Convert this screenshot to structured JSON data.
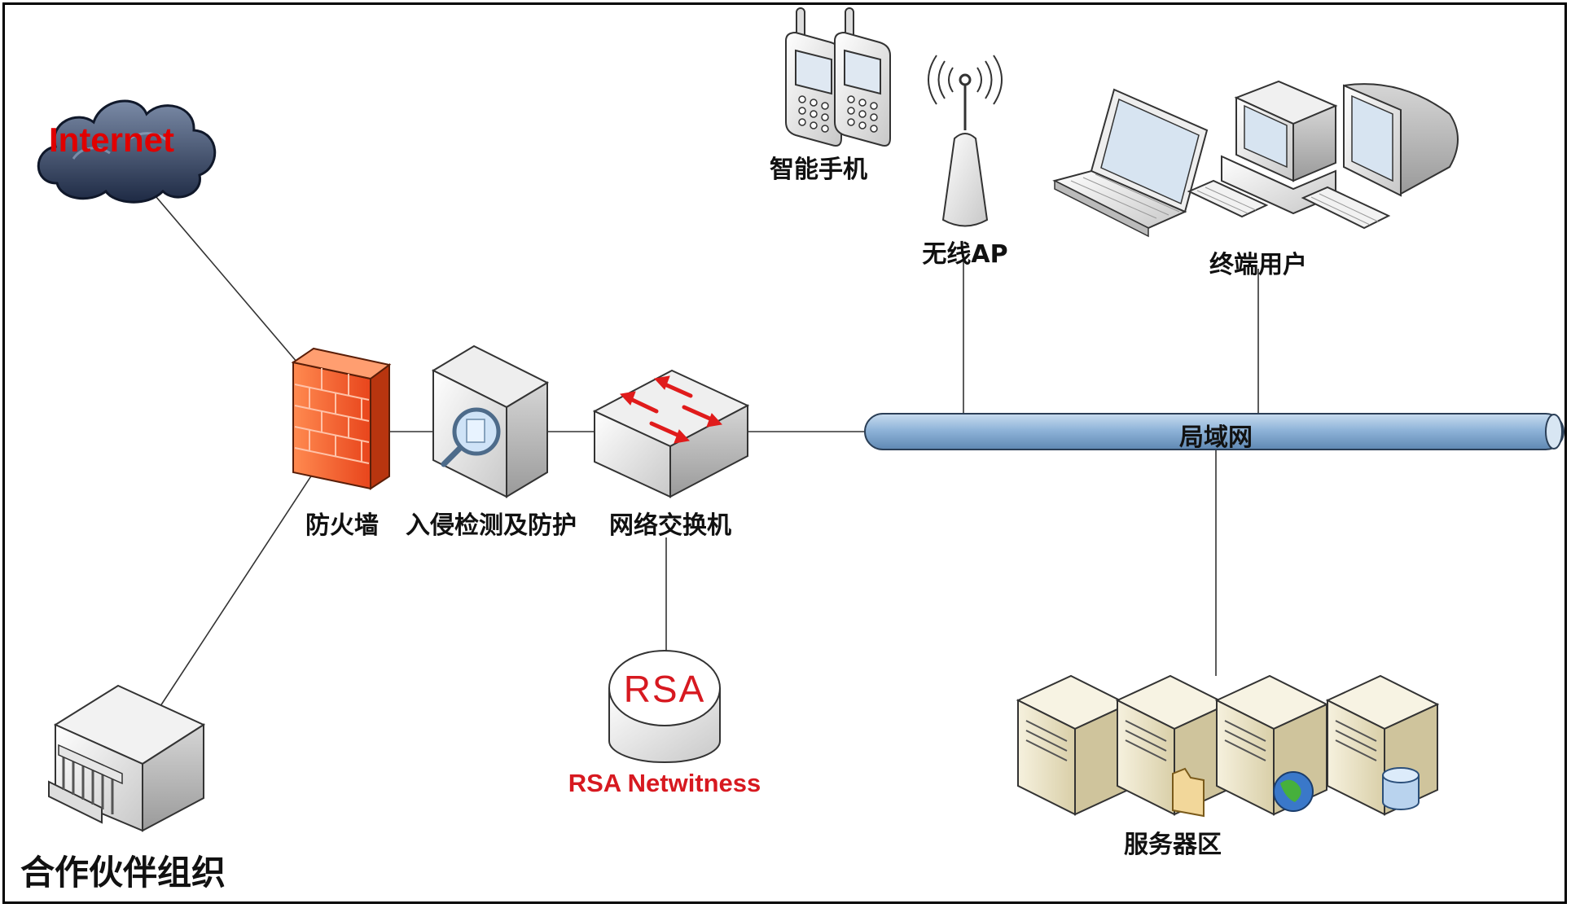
{
  "nodes": {
    "internet": {
      "label": "Internet",
      "color": "#e00000"
    },
    "firewall": {
      "label": "防火墙"
    },
    "ids": {
      "label": "入侵检测及防护"
    },
    "switch": {
      "label": "网络交换机"
    },
    "rsa": {
      "label": "RSA Netwitness",
      "logo": "RSA",
      "color": "#d71920"
    },
    "partner": {
      "label": "合作伙伴组织"
    },
    "phones": {
      "label": "智能手机"
    },
    "wireless_ap": {
      "label": "无线AP"
    },
    "end_users": {
      "label": "终端用户"
    },
    "lan": {
      "label": "局域网"
    },
    "servers": {
      "label": "服务器区"
    }
  },
  "colors": {
    "firewall": "#f05a28",
    "lan_pipe": "#8fb4d9",
    "link": "#333333",
    "server_body": "#e9e2c7"
  },
  "icons": [
    "cloud-icon",
    "firewall-icon",
    "ids-appliance-icon",
    "switch-icon",
    "database-icon",
    "building-icon",
    "smartphone-icon",
    "antenna-icon",
    "laptop-icon",
    "desktop-icon",
    "server-icon"
  ]
}
